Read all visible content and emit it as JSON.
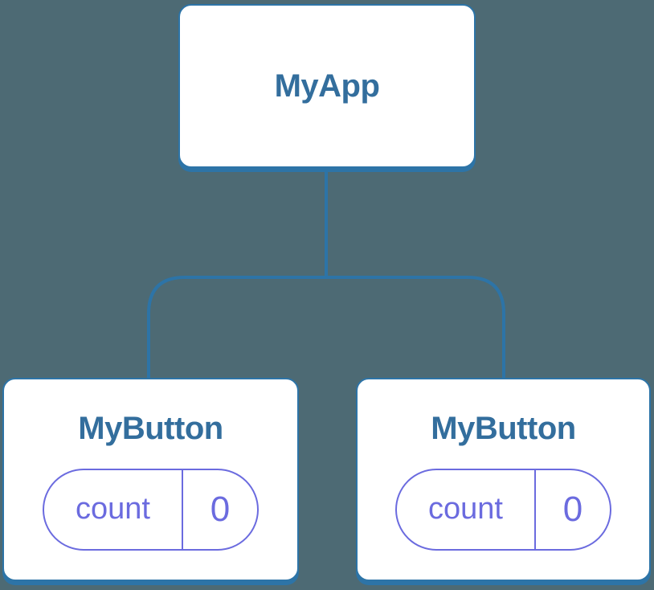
{
  "colors": {
    "background": "#4D6A74",
    "node_border": "#2D74A7",
    "node_fill": "#FFFFFF",
    "node_title": "#336E9D",
    "state_accent": "#6B6BDF"
  },
  "tree": {
    "root": {
      "label": "MyApp"
    },
    "children": [
      {
        "label": "MyButton",
        "state": {
          "key": "count",
          "value": "0"
        }
      },
      {
        "label": "MyButton",
        "state": {
          "key": "count",
          "value": "0"
        }
      }
    ]
  }
}
